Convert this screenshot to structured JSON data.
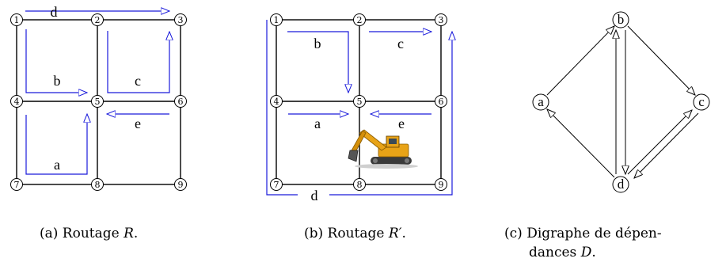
{
  "colors": {
    "route": "#1a1adb",
    "grid": "#000000",
    "excavator_yellow": "#e8a317"
  },
  "panel_a": {
    "nodes": [
      "1",
      "2",
      "3",
      "4",
      "5",
      "6",
      "7",
      "8",
      "9"
    ],
    "routes": [
      "d",
      "b",
      "c",
      "e",
      "a"
    ],
    "caption_prefix": "(a) Routage ",
    "caption_var": "R",
    "caption_suffix": "."
  },
  "panel_b": {
    "nodes": [
      "1",
      "2",
      "3",
      "4",
      "5",
      "6",
      "7",
      "8",
      "9"
    ],
    "routes": [
      "b",
      "c",
      "a",
      "e",
      "d"
    ],
    "caption_prefix": "(b) Routage ",
    "caption_var": "R′",
    "caption_suffix": ".",
    "image_icon": "excavator-icon"
  },
  "panel_c": {
    "nodes": [
      "a",
      "b",
      "c",
      "d"
    ],
    "caption_line1": "(c) Digraphe de dépen-",
    "caption_line2_prefix": "dances ",
    "caption_var": "D",
    "caption_suffix": "."
  }
}
